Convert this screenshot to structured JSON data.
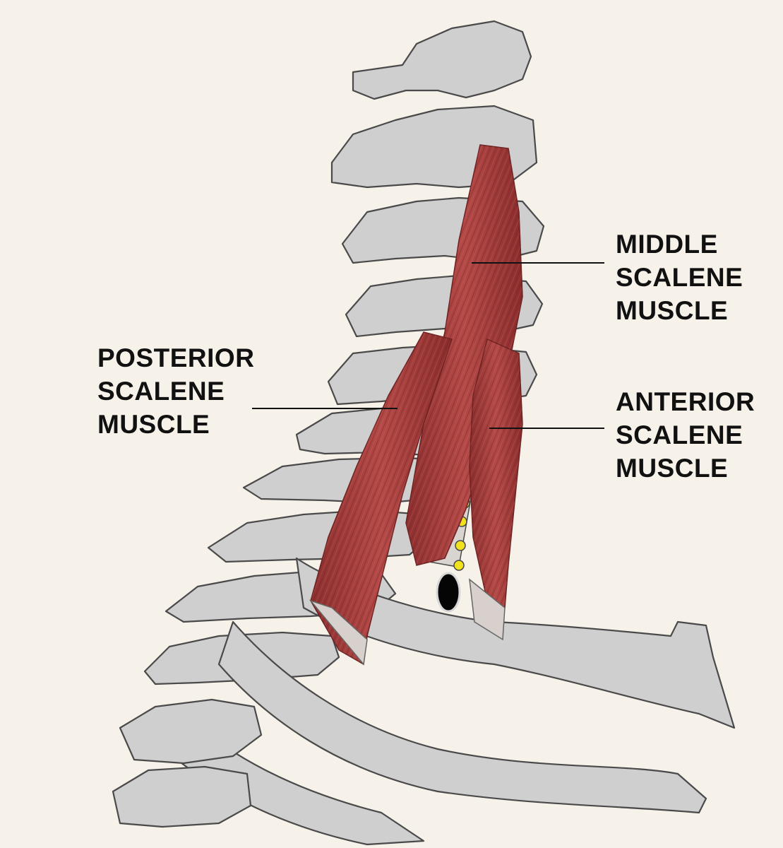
{
  "labels": {
    "middle": [
      "MIDDLE",
      "SCALENE",
      "MUSCLE"
    ],
    "posterior": [
      "POSTERIOR",
      "SCALENE",
      "MUSCLE"
    ],
    "anterior": [
      "ANTERIOR",
      "SCALENE",
      "MUSCLE"
    ]
  },
  "colors": {
    "background": "#f6f1e9",
    "bone_fill": "#cfcfcf",
    "bone_outline": "#4a4a4a",
    "muscle": "#a63c3c",
    "muscle_dark": "#7e2727",
    "nerve": "#f2e21e",
    "artery": "#050505",
    "text": "#111111"
  }
}
